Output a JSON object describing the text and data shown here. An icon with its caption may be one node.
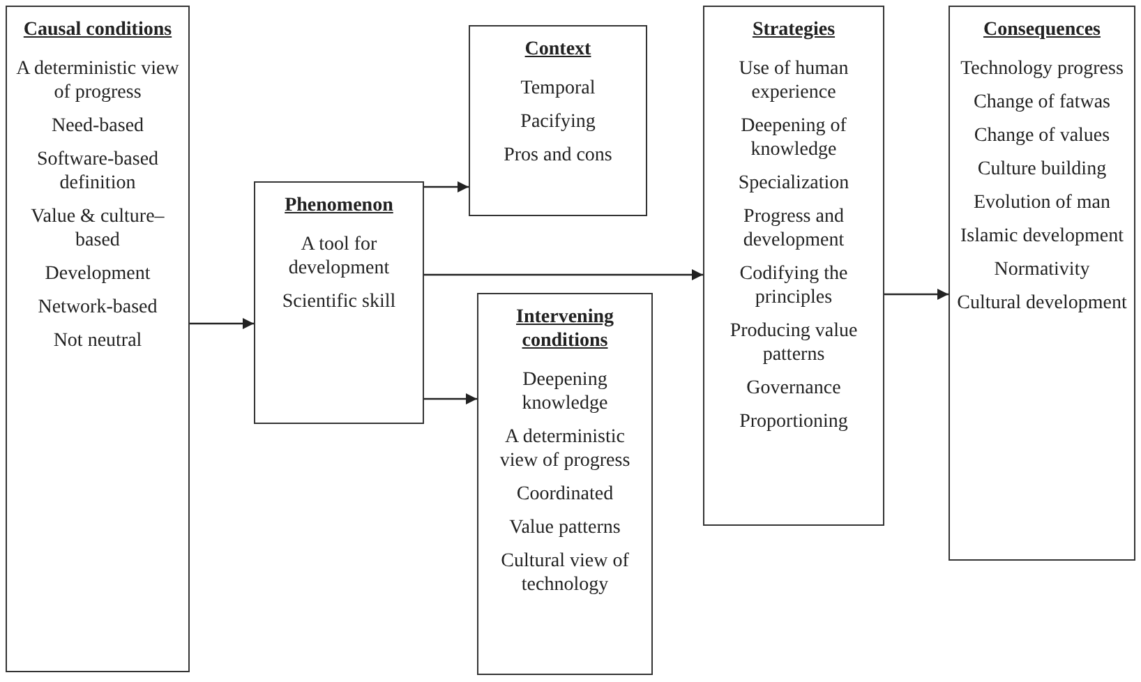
{
  "diagram": {
    "nodes": [
      {
        "text": [
          "Causal conditions",
          "A deterministic view of progress",
          "Need-based",
          "Software-based definition",
          "Value & culture–based",
          "Development",
          "Network-based",
          "Not neutral"
        ]
      },
      {
        "text": [
          "Phenomenon",
          "A tool for development",
          "Scientific skill"
        ]
      },
      {
        "text": [
          "Context",
          "Temporal",
          "Pacifying",
          "Pros and cons"
        ]
      },
      {
        "text": [
          "Intervening conditions",
          "Deepening knowledge",
          "A deterministic view of progress",
          "Coordinated",
          "Value patterns",
          "Cultural view of technology"
        ]
      },
      {
        "text": [
          "Strategies",
          "Use of human experience",
          "Deepening of knowledge",
          "Specialization",
          "Progress and development",
          "Codifying the principles",
          "Producing value patterns",
          "Governance",
          "Proportioning"
        ]
      },
      {
        "text": [
          "Consequences",
          "Technology progress",
          "Change of fatwas",
          "Change of values",
          "Culture building",
          "Evolution of man",
          "Islamic development",
          "Normativity",
          "Cultural development"
        ]
      }
    ],
    "edges": [
      {
        "from": 0,
        "to": 1,
        "arrow": "to"
      },
      {
        "from": 1,
        "to": 2,
        "arrow": "to"
      },
      {
        "from": 1,
        "to": 4,
        "arrow": "to"
      },
      {
        "from": 1,
        "to": 3,
        "arrow": "to"
      },
      {
        "from": 4,
        "to": 5,
        "arrow": "to"
      }
    ]
  }
}
